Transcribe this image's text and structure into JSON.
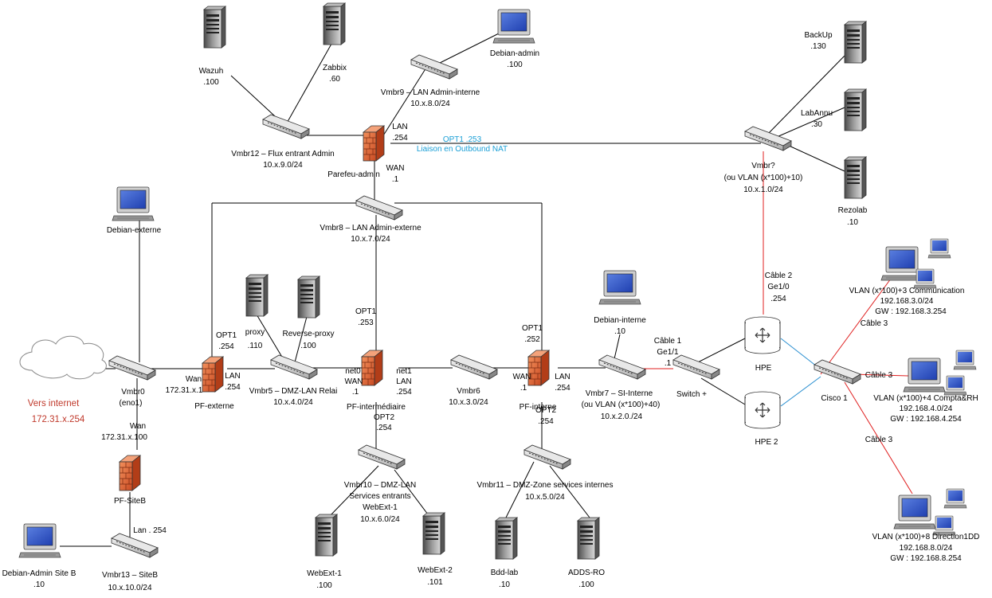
{
  "nodes": {
    "wazuh": "Wazuh",
    "wazuh_ip": ".100",
    "zabbix": "Zabbix",
    "zabbix_ip": ".60",
    "debian_admin": "Debian-admin",
    "debian_admin_ip": ".100",
    "vmbr9": "Vmbr9 – LAN Admin-interne",
    "vmbr9_net": "10.x.8.0/24",
    "vmbr12": "Vmbr12 – Flux entrant Admin",
    "vmbr12_net": "10.x.9.0/24",
    "parefeu_admin": "Parefeu-admin",
    "lan_label": "LAN",
    "lan_ip": ".254",
    "wan_label": "WAN",
    "wan_ip": ".1",
    "opt1_link": "OPT1 .253",
    "outbound_nat": "Liaison en Outbound NAT",
    "backup": "BackUp",
    "backup_ip": ".130",
    "labannu": "LabAnnu",
    "labannu_ip": ".30",
    "rezolab": "Rezolab",
    "rezolab_ip": ".10",
    "vmbr_q": "Vmbr?",
    "vmbr_q_vlan": "(ou VLAN (x*100)+10)",
    "vmbr_q_net": "10.x.1.0/24",
    "debian_externe": "Debian-externe",
    "vmbr8": "Vmbr8 – LAN Admin-externe",
    "vmbr8_net": "10.x.7.0/24",
    "opt1_pfi": "OPT1",
    "opt1_pfi_ip": ".253",
    "proxy": "proxy",
    "proxy_ip": ".110",
    "rproxy": "Reverse-proxy",
    "rproxy_ip": ".100",
    "opt1_pfe": "OPT1",
    "opt1_pfe_ip": ".254",
    "opt1_pfint": "OPT1",
    "opt1_pfint_ip": ".252",
    "debian_interne": "Debian-interne",
    "debian_interne_ip": ".10",
    "cable2": "Câble 2",
    "ge10": "Ge1/0",
    "ge10_ip": ".254",
    "vlan3": "VLAN (x*100)+3 Communication",
    "vlan3_net": "192.168.3.0/24",
    "vlan3_gw": "GW : 192.168.3.254",
    "cable3a": "Câble 3",
    "cable3b": "Câble 3",
    "cable3c": "Câble 3",
    "hpe": "HPE",
    "hpe2": "HPE 2",
    "cable1": "Câble 1",
    "ge11": "Ge1/1",
    "ge11_ip": ".1",
    "switch": "Switch +",
    "cisco": "Cisco 1",
    "vlan4": "VLAN (x*100)+4 Compta&RH",
    "vlan4_net": "192.168.4.0/24",
    "vlan4_gw": "GW : 192.168.4.254",
    "vlan8": "VLAN (x*100)+8 Direction1DD",
    "vlan8_net": "192.168.8.0/24",
    "vlan8_gw": "GW : 192.168.8.254",
    "vers_internet": "Vers internet",
    "vers_internet_ip": "172.31.x.254",
    "vmbr0": "Vmbr0",
    "vmbr0_if": "(eno1)",
    "pfe_wan": "Wan",
    "pfe_wan_ip": "172.31.x.1",
    "pfe_lan": "LAN",
    "pfe_lan_ip": ".254",
    "pf_externe": "PF-externe",
    "vmbr5": "Vmbr5 – DMZ-LAN Relai",
    "vmbr5_net": "10.x.4.0/24",
    "net0": "net0",
    "pfi_wan": "WAN",
    "pfi_wan_ip": ".1",
    "net1": "net1",
    "pfi_lan": "LAN",
    "pfi_lan_ip": ".254",
    "pf_intermediaire": "PF-intermédiaire",
    "vmbr6": "Vmbr6",
    "vmbr6_net": "10.x.3.0/24",
    "pfint_wan": "WAN",
    "pfint_wan_ip": ".1",
    "pfint_lan": "LAN",
    "pfint_lan_ip": ".254",
    "pf_interne": "PF-interne",
    "vmbr7": "Vmbr7 – SI-Interne",
    "vmbr7_vlan": "(ou VLAN  (x*100)+40)",
    "vmbr7_net": "10.x.2.0./24",
    "opt2_pfi": "OPT2",
    "opt2_pfi_ip": ".254",
    "opt2_pfint": "OPT2",
    "opt2_pfint_ip": ".254",
    "siteb_wan": "Wan",
    "siteb_wan_ip": "172.31.x.100",
    "pf_siteb": "PF-SiteB",
    "lan_siteb": "Lan . 254",
    "debian_admin_siteb": "Debian-Admin Site B",
    "debian_admin_siteb_ip": ".10",
    "vmbr13": "Vmbr13 – SiteB",
    "vmbr13_net": "10.x.10.0/24",
    "vmbr10": "Vmbr10 – DMZ-LAN",
    "vmbr10_sub": "Services entrants",
    "vmbr10_host": "WebExt-1",
    "vmbr10_net": "10.x.6.0/24",
    "vmbr11": "Vmbr11 – DMZ-Zone services internes",
    "vmbr11_net": "10.x.5.0/24",
    "webext1": "WebExt-1",
    "webext1_ip": ".100",
    "webext2": "WebExt-2",
    "webext2_ip": ".101",
    "bdd": "Bdd-lab",
    "bdd_ip": ".10",
    "adds": "ADDS-RO",
    "adds_ip": ".100"
  },
  "colors": {
    "firewall": "#e8603a",
    "link_red": "#e02020",
    "link_blue": "#2a8fd0",
    "label_blue": "#1a9fd6",
    "internet_red": "#c0392b"
  }
}
